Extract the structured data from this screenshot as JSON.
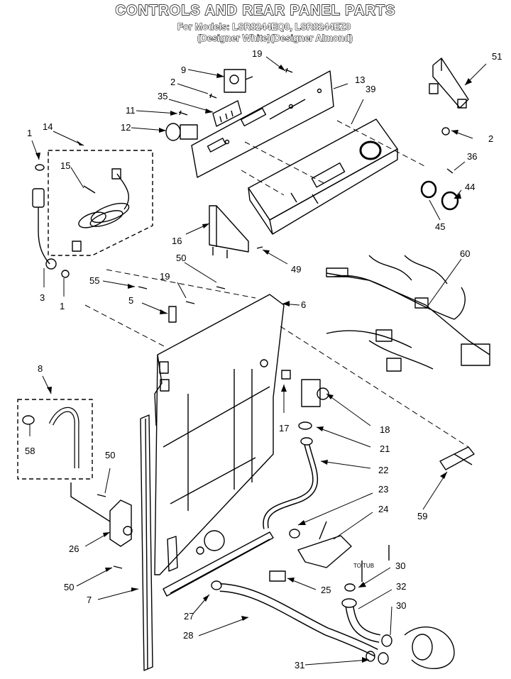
{
  "header": {
    "title": "CONTROLS AND REAR PANEL PARTS",
    "models": "For Models: LSR8244EQ0,    LSR8244EZ0",
    "colors": "(Designer White)(Designer Almond)"
  },
  "tub_label": "TO TUB",
  "callouts": [
    {
      "id": "c19a",
      "text": "19"
    },
    {
      "id": "c9",
      "text": "9"
    },
    {
      "id": "c13",
      "text": "13"
    },
    {
      "id": "c2a",
      "text": "2"
    },
    {
      "id": "c35",
      "text": "35"
    },
    {
      "id": "c39",
      "text": "39"
    },
    {
      "id": "c11",
      "text": "11"
    },
    {
      "id": "c12",
      "text": "12"
    },
    {
      "id": "c51",
      "text": "51"
    },
    {
      "id": "c2b",
      "text": "2"
    },
    {
      "id": "c1a",
      "text": "1"
    },
    {
      "id": "c14",
      "text": "14"
    },
    {
      "id": "c36",
      "text": "36"
    },
    {
      "id": "c15",
      "text": "15"
    },
    {
      "id": "c44",
      "text": "44"
    },
    {
      "id": "c45",
      "text": "45"
    },
    {
      "id": "c16",
      "text": "16"
    },
    {
      "id": "c50a",
      "text": "50"
    },
    {
      "id": "c49",
      "text": "49"
    },
    {
      "id": "c60",
      "text": "60"
    },
    {
      "id": "c3",
      "text": "3"
    },
    {
      "id": "c1b",
      "text": "1"
    },
    {
      "id": "c55",
      "text": "55"
    },
    {
      "id": "c19b",
      "text": "19"
    },
    {
      "id": "c5",
      "text": "5"
    },
    {
      "id": "c6",
      "text": "6"
    },
    {
      "id": "c8",
      "text": "8"
    },
    {
      "id": "c17",
      "text": "17"
    },
    {
      "id": "c18",
      "text": "18"
    },
    {
      "id": "c21",
      "text": "21"
    },
    {
      "id": "c58",
      "text": "58"
    },
    {
      "id": "c50b",
      "text": "50"
    },
    {
      "id": "c22",
      "text": "22"
    },
    {
      "id": "c59",
      "text": "59"
    },
    {
      "id": "c23",
      "text": "23"
    },
    {
      "id": "c24",
      "text": "24"
    },
    {
      "id": "c26",
      "text": "26"
    },
    {
      "id": "c30a",
      "text": "30"
    },
    {
      "id": "c50c",
      "text": "50"
    },
    {
      "id": "c25",
      "text": "25"
    },
    {
      "id": "c32",
      "text": "32"
    },
    {
      "id": "c7",
      "text": "7"
    },
    {
      "id": "c30b",
      "text": "30"
    },
    {
      "id": "c27",
      "text": "27"
    },
    {
      "id": "c28",
      "text": "28"
    },
    {
      "id": "c31",
      "text": "31"
    }
  ]
}
